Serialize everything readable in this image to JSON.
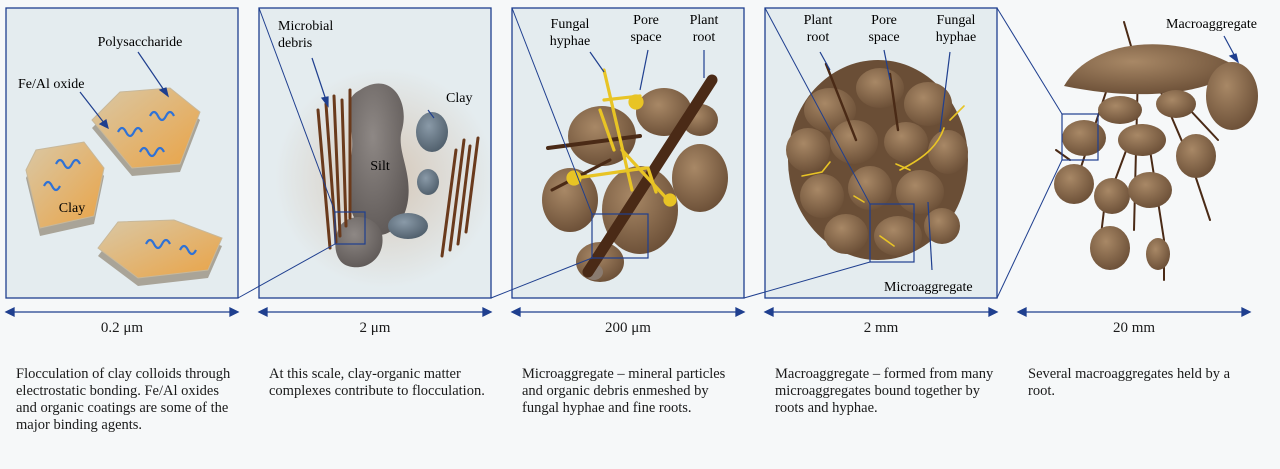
{
  "panels": [
    {
      "scale": "0.2 μm",
      "caption": "Flocculation of clay colloids through electrostatic bonding. Fe/Al oxides and organic coatings are some of the major binding agents.",
      "labels": {
        "polysaccharide": "Polysaccharide",
        "oxide": "Fe/Al oxide",
        "clay": "Clay"
      }
    },
    {
      "scale": "2 μm",
      "caption": "At this scale, clay-organic matter complexes contribute to flocculation.",
      "labels": {
        "debris": "Microbial debris",
        "clay": "Clay",
        "silt": "Silt"
      }
    },
    {
      "scale": "200 μm",
      "caption": "Microaggregate – mineral particles and organic debris enmeshed by fungal hyphae and fine roots.",
      "labels": {
        "hyphae": "Fungal hyphae",
        "pore": "Pore space",
        "root": "Plant root"
      }
    },
    {
      "scale": "2 mm",
      "caption": "Macroaggregate – formed from many microaggregates bound together by roots and hyphae.",
      "labels": {
        "root": "Plant root",
        "pore": "Pore space",
        "hyphae": "Fungal hyphae",
        "micro": "Microaggregate"
      }
    },
    {
      "scale": "20 mm",
      "caption": "Several macroaggregates held by a root.",
      "labels": {
        "macro": "Macroaggregate"
      }
    }
  ],
  "colors": {
    "frame": "#1f3f8f",
    "panel_bg": "#e4ecef",
    "clay_orange": "#e9a447",
    "clay_edge": "#a9a498",
    "polysaccharide_blue": "#2f72d6",
    "silt_gray": "#7d7673",
    "clay_particle_blue": "#6d7f8e",
    "debris_brown": "#6a3a1c",
    "aggregate_brown": "#8a6a4c",
    "root_brown": "#4a2a16",
    "hyphae_yellow": "#e8c425"
  },
  "icons": [
    "double-headed-arrow-icon"
  ]
}
